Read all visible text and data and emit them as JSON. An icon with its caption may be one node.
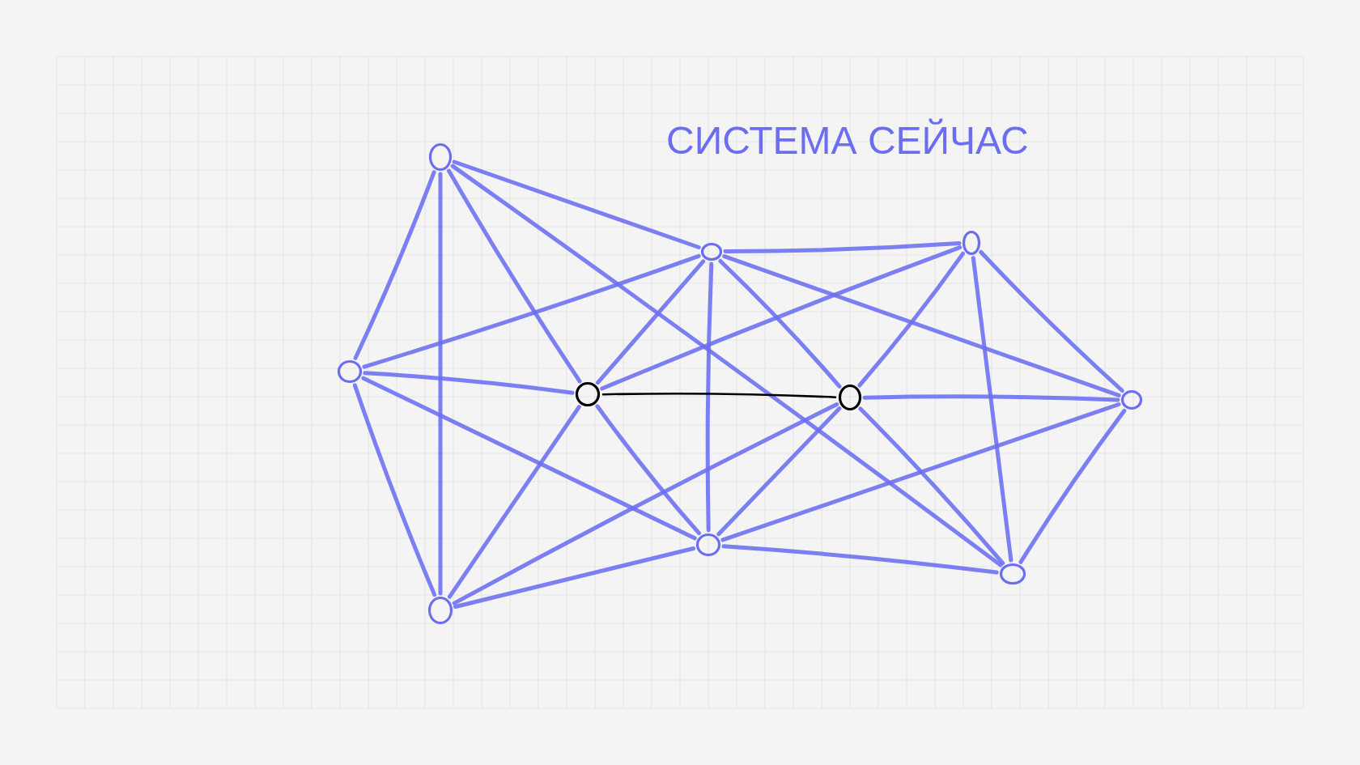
{
  "diagram": {
    "title": "СИСТЕМА СЕЙЧАС",
    "nodes": [
      {
        "text": [],
        "shape": "circle"
      },
      {
        "text": [],
        "shape": "circle"
      },
      {
        "text": [],
        "shape": "circle"
      },
      {
        "text": [],
        "shape": "circle"
      },
      {
        "text": [],
        "shape": "circle"
      },
      {
        "text": [],
        "shape": "circle"
      },
      {
        "text": [],
        "shape": "circle"
      },
      {
        "text": [],
        "shape": "circle"
      },
      {
        "text": [],
        "shape": "circle"
      },
      {
        "text": [],
        "shape": "circle"
      }
    ],
    "edges": [
      {
        "from": 0,
        "to": 3,
        "arrow": "none"
      },
      {
        "from": 0,
        "to": 9,
        "arrow": "none"
      },
      {
        "from": 0,
        "to": 4,
        "arrow": "none"
      },
      {
        "from": 0,
        "to": 8,
        "arrow": "none"
      },
      {
        "from": 0,
        "to": 1,
        "arrow": "none"
      },
      {
        "from": 1,
        "to": 2,
        "arrow": "none"
      },
      {
        "from": 1,
        "to": 3,
        "arrow": "none"
      },
      {
        "from": 1,
        "to": 4,
        "arrow": "none"
      },
      {
        "from": 1,
        "to": 7,
        "arrow": "none"
      },
      {
        "from": 1,
        "to": 5,
        "arrow": "none"
      },
      {
        "from": 1,
        "to": 6,
        "arrow": "none"
      },
      {
        "from": 2,
        "to": 4,
        "arrow": "none"
      },
      {
        "from": 2,
        "to": 5,
        "arrow": "none"
      },
      {
        "from": 2,
        "to": 8,
        "arrow": "none"
      },
      {
        "from": 2,
        "to": 6,
        "arrow": "none"
      },
      {
        "from": 3,
        "to": 4,
        "arrow": "none"
      },
      {
        "from": 3,
        "to": 7,
        "arrow": "none"
      },
      {
        "from": 3,
        "to": 9,
        "arrow": "none"
      },
      {
        "from": 4,
        "to": 5,
        "arrow": "none",
        "color": "#000000"
      },
      {
        "from": 4,
        "to": 9,
        "arrow": "none"
      },
      {
        "from": 4,
        "to": 7,
        "arrow": "none"
      },
      {
        "from": 5,
        "to": 6,
        "arrow": "none"
      },
      {
        "from": 5,
        "to": 7,
        "arrow": "none"
      },
      {
        "from": 5,
        "to": 9,
        "arrow": "none"
      },
      {
        "from": 5,
        "to": 8,
        "arrow": "none"
      },
      {
        "from": 6,
        "to": 7,
        "arrow": "none"
      },
      {
        "from": 6,
        "to": 8,
        "arrow": "none"
      },
      {
        "from": 7,
        "to": 8,
        "arrow": "none"
      },
      {
        "from": 7,
        "to": 9,
        "arrow": "none"
      }
    ]
  }
}
